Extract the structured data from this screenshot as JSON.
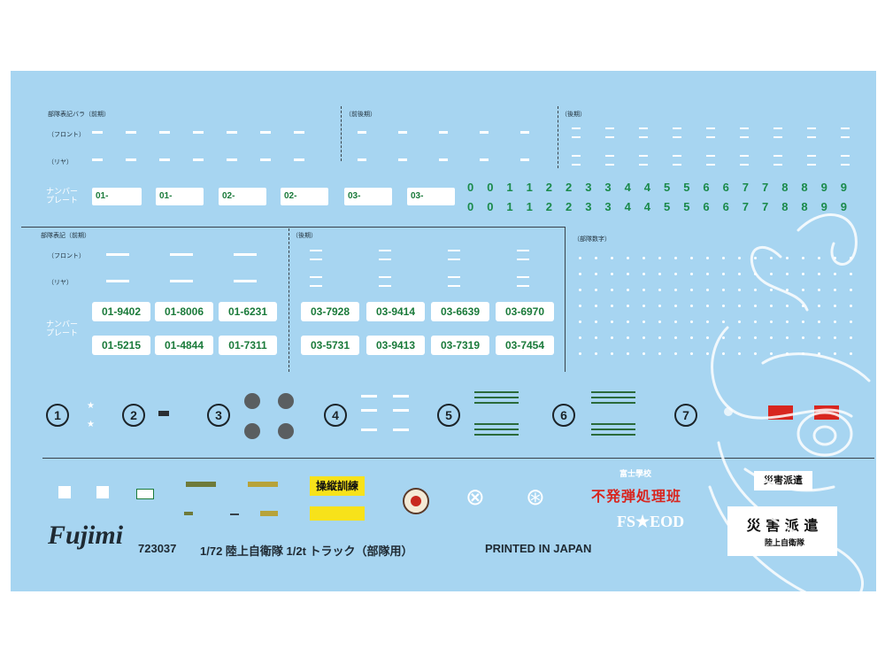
{
  "headers": {
    "unit_bumper_early": "部隊表記バラ（前期）",
    "early_late": "（前後期）",
    "late": "（後期）",
    "unit_early": "部隊表記（前期）",
    "late2": "（後期）",
    "unit_number": "（部隊数字）"
  },
  "row_labels": {
    "front": "（フロント）",
    "rear": "（リヤ）",
    "plate": "ナンバー\nプレート",
    "front2": "（フロント）",
    "rear2": "（リヤ）",
    "plate2": "ナンバー\nプレート"
  },
  "small_plates": [
    "01-",
    "01-",
    "02-",
    "02-",
    "03-",
    "03-"
  ],
  "digit_rows": [
    [
      "0",
      "0",
      "1",
      "1",
      "2",
      "2",
      "3",
      "3",
      "4",
      "4",
      "5",
      "5",
      "6",
      "6",
      "7",
      "7",
      "8",
      "8",
      "9",
      "9"
    ],
    [
      "0",
      "0",
      "1",
      "1",
      "2",
      "2",
      "3",
      "3",
      "4",
      "4",
      "5",
      "5",
      "6",
      "6",
      "7",
      "7",
      "8",
      "8",
      "9",
      "9"
    ]
  ],
  "plates_early": [
    "01-9402",
    "01-8006",
    "01-6231",
    "01-5215",
    "01-4844",
    "01-7311"
  ],
  "plates_late": [
    "03-7928",
    "03-9414",
    "03-6639",
    "03-6970",
    "03-5731",
    "03-9413",
    "03-7319",
    "03-7454"
  ],
  "circled_numbers": [
    "1",
    "2",
    "3",
    "4",
    "5",
    "6",
    "7"
  ],
  "training_label": "操縦訓練",
  "fuji_school": "富士學校",
  "eod_label": "不発弾処理班",
  "fs_eod": "FS★EOD",
  "disaster_small": "災害派遣",
  "disaster_big": "災 害 派 遣",
  "disaster_sub": "陸上自衛隊",
  "brand": "Fujimi",
  "footer": {
    "code": "723037",
    "title": "1/72 陸上自衛隊 1/2t トラック（部隊用）",
    "printed": "PRINTED IN JAPAN"
  },
  "colors": {
    "sheet": "#a7d5f1",
    "plate_text": "#1a7a3a",
    "red": "#d8261f",
    "yellow": "#f7e21a"
  }
}
